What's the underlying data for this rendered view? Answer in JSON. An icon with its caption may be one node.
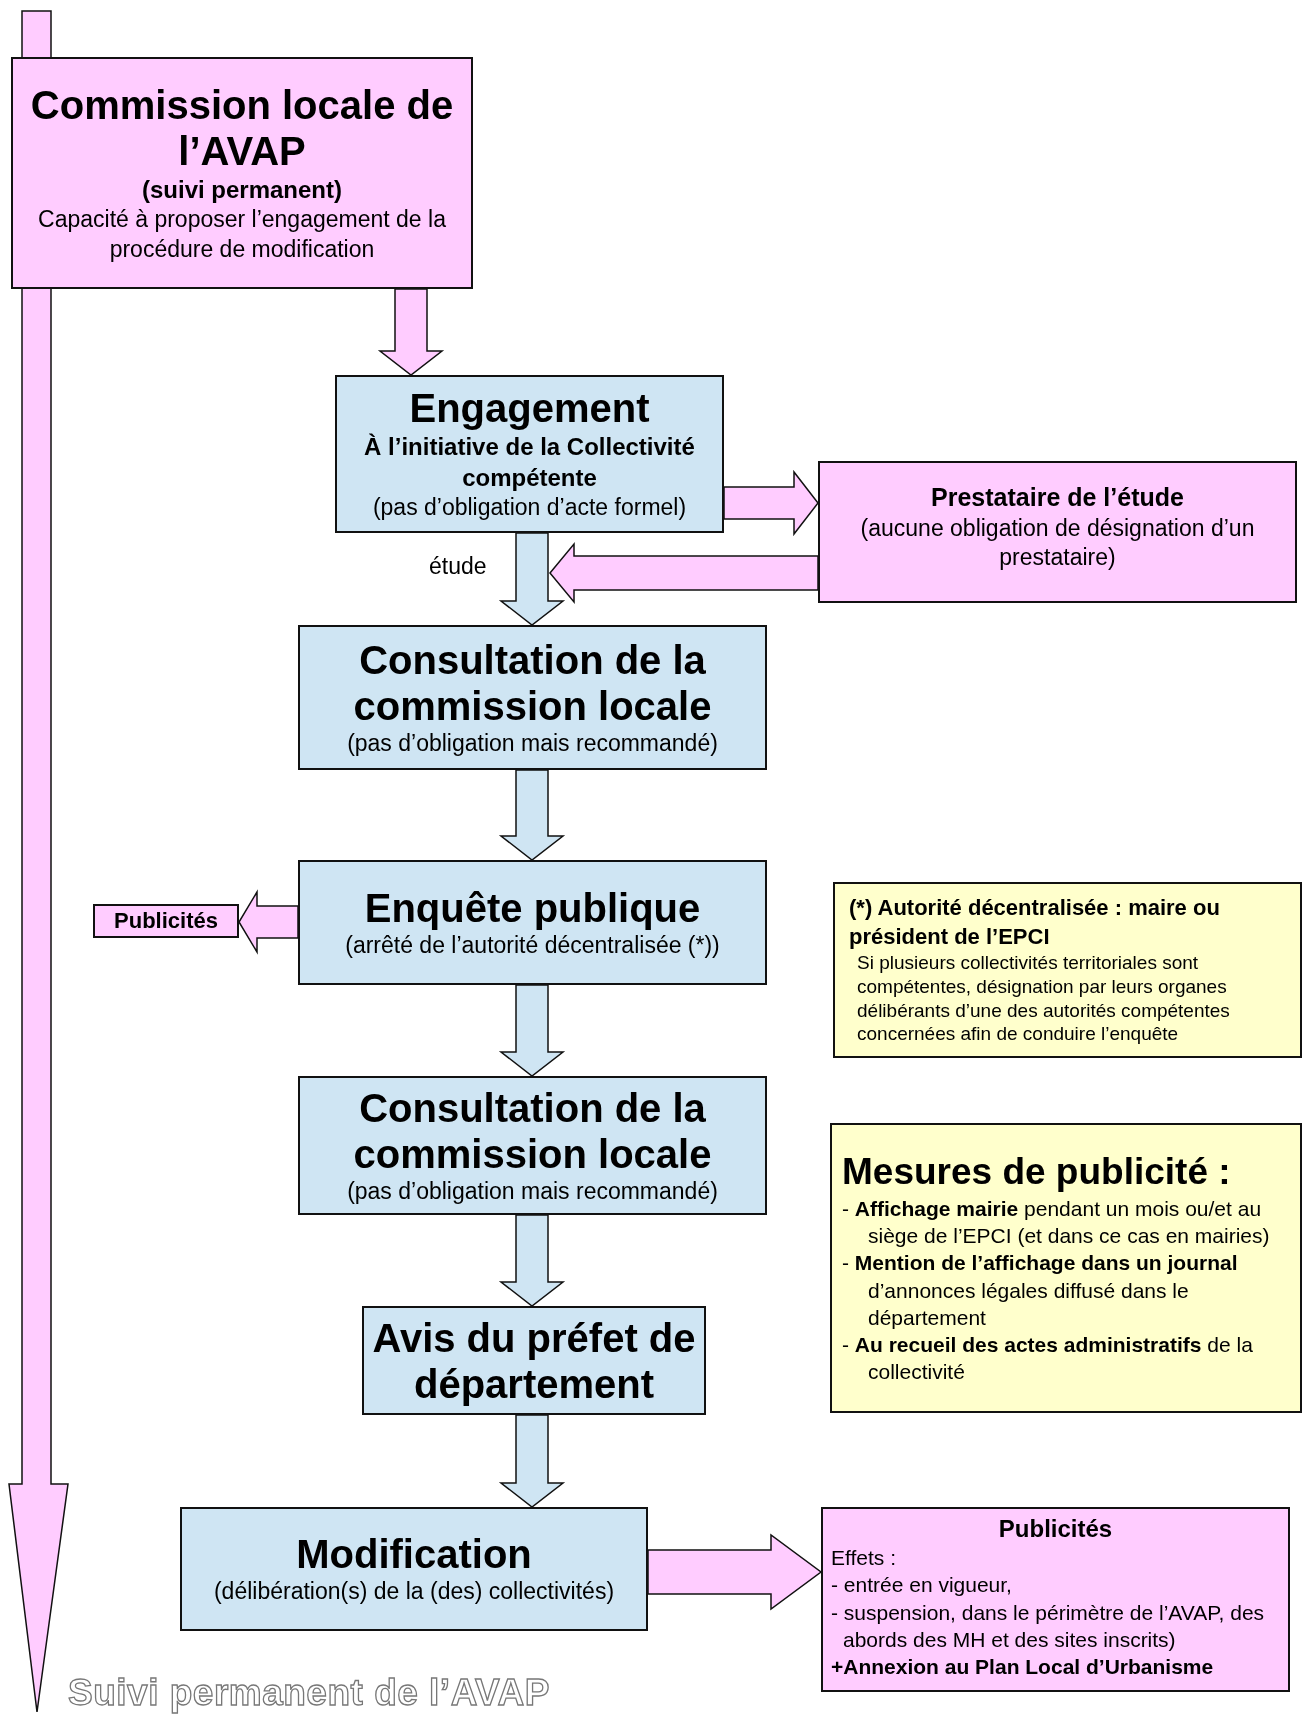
{
  "diagram": {
    "nodes": [
      {
        "text": [
          "Commission locale de l’AVAP",
          "(suivi permanent)",
          "Capacité à proposer l’engagement de la procédure de modification"
        ]
      },
      {
        "text": [
          "Engagement",
          "À l’initiative de la Collectivité compétente",
          "(pas d’obligation d’acte formel)"
        ]
      },
      {
        "text": [
          "Prestataire de l’étude",
          "(aucune obligation de désignation d’un prestataire)"
        ]
      },
      {
        "text": [
          "Consultation de la commission locale",
          "(pas d’obligation mais recommandé)"
        ]
      },
      {
        "text": [
          "Enquête publique",
          "(arrêté de l’autorité décentralisée (*))"
        ]
      },
      {
        "text": [
          "Publicités"
        ]
      },
      {
        "text": [
          "(*) Autorité décentralisée : maire ou président de l’EPCI",
          "Si plusieurs collectivités territoriales sont compétentes, désignation par leurs organes délibérants d’une des autorités compétentes concernées afin de conduire l’enquête"
        ]
      },
      {
        "text": [
          "Consultation de la commission locale",
          "(pas d’obligation mais recommandé)"
        ]
      },
      {
        "text": [
          "Mesures de publicité :",
          "- **Affichage mairie** pendant un mois ou/et au siège de l’EPCI (et dans ce cas en mairies)",
          "- **Mention de l’affichage dans un journal** d’annonces légales diffusé dans le département",
          "- **Au recueil des actes administratifs** de la collectivité"
        ]
      },
      {
        "text": [
          "Avis du préfet de département"
        ]
      },
      {
        "text": [
          "Modification",
          "(délibération(s) de la (des) collectivités)"
        ]
      },
      {
        "text": [
          "Publicités",
          "Effets :",
          "- entrée en vigueur,",
          "- suspension, dans le périmètre de l’AVAP, des abords des MH et des sites inscrits)",
          "+Annexion au Plan Local d’Urbanisme"
        ]
      }
    ],
    "edges": [
      {
        "from": 0,
        "to": 1,
        "arrow": "to",
        "color": "#ffccff"
      },
      {
        "from": 1,
        "to": 2,
        "arrow": "to",
        "color": "#ffccff"
      },
      {
        "from": 2,
        "to": 1,
        "arrow": "to",
        "color": "#ffccff"
      },
      {
        "from": 1,
        "to": 3,
        "arrow": "to",
        "label": "étude"
      },
      {
        "from": 3,
        "to": 4,
        "arrow": "to"
      },
      {
        "from": 4,
        "to": 5,
        "arrow": "to",
        "color": "#ffccff"
      },
      {
        "from": 4,
        "to": 7,
        "arrow": "to"
      },
      {
        "from": 7,
        "to": 9,
        "arrow": "to"
      },
      {
        "from": 9,
        "to": 10,
        "arrow": "to"
      },
      {
        "from": 10,
        "to": 11,
        "arrow": "to",
        "color": "#ffccff"
      }
    ],
    "labels": [
      "Suivi permanent de l’AVAP"
    ]
  }
}
